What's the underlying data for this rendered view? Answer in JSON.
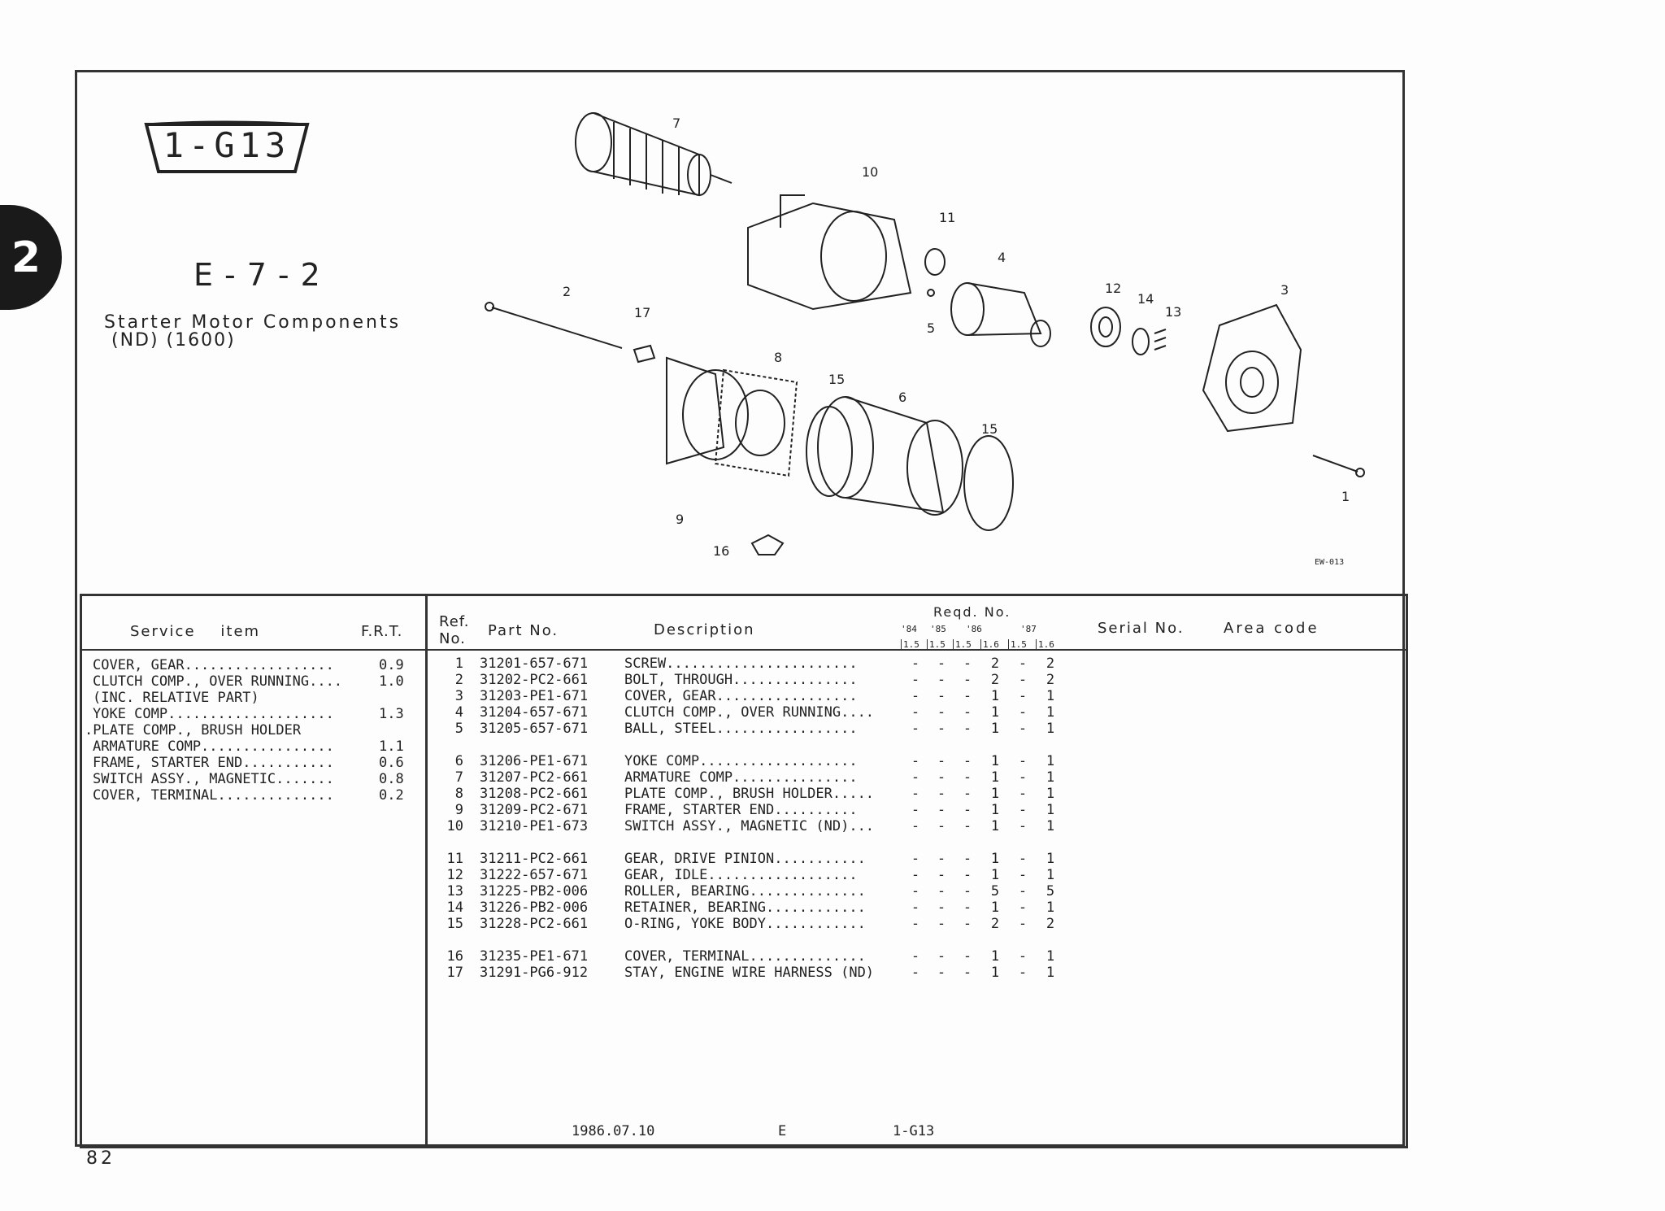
{
  "page_tab": "2",
  "badge": "1-G13",
  "section_code": "E-7-2",
  "title_line1": "Starter Motor Components",
  "title_line2": "(ND) (1600)",
  "illustration_code": "EW-013",
  "callouts": [
    "7",
    "10",
    "11",
    "4",
    "2",
    "17",
    "5",
    "12",
    "14",
    "13",
    "3",
    "8",
    "15",
    "6",
    "15",
    "1",
    "9",
    "16"
  ],
  "service_table": {
    "header_item": "Service    item",
    "header_frt": "F.R.T.",
    "rows": [
      {
        "item": "COVER, GEAR..................",
        "frt": "0.9"
      },
      {
        "item": "CLUTCH COMP., OVER RUNNING....",
        "frt": "1.0"
      },
      {
        "item": "(INC. RELATIVE PART)",
        "frt": ""
      },
      {
        "item": "YOKE COMP....................",
        "frt": "1.3"
      },
      {
        "item": ".PLATE COMP., BRUSH HOLDER",
        "frt": ""
      },
      {
        "item": "ARMATURE COMP................",
        "frt": "1.1"
      },
      {
        "item": "FRAME, STARTER END...........",
        "frt": "0.6"
      },
      {
        "item": "SWITCH ASSY., MAGNETIC.......",
        "frt": "0.8"
      },
      {
        "item": "COVER, TERMINAL..............",
        "frt": "0.2"
      }
    ]
  },
  "parts_table": {
    "header_ref": "Ref.",
    "header_no": "No.",
    "header_part": "Part No.",
    "header_desc": "Description",
    "header_reqd": "Reqd. No.",
    "years": [
      "'84",
      "'85",
      "'86",
      "'87"
    ],
    "engines": [
      "1.5",
      "1.5",
      "1.5",
      "1.6",
      "1.5",
      "1.6"
    ],
    "header_serial": "Serial No.",
    "header_area": "Area code",
    "rows": [
      {
        "ref": "1",
        "part": "31201-657-671",
        "desc": "SCREW.......................",
        "qty": [
          "-",
          "-",
          "-",
          "2",
          "-",
          "2"
        ]
      },
      {
        "ref": "2",
        "part": "31202-PC2-661",
        "desc": "BOLT, THROUGH...............",
        "qty": [
          "-",
          "-",
          "-",
          "2",
          "-",
          "2"
        ]
      },
      {
        "ref": "3",
        "part": "31203-PE1-671",
        "desc": "COVER, GEAR.................",
        "qty": [
          "-",
          "-",
          "-",
          "1",
          "-",
          "1"
        ]
      },
      {
        "ref": "4",
        "part": "31204-657-671",
        "desc": "CLUTCH COMP., OVER RUNNING....",
        "qty": [
          "-",
          "-",
          "-",
          "1",
          "-",
          "1"
        ]
      },
      {
        "ref": "5",
        "part": "31205-657-671",
        "desc": "BALL, STEEL.................",
        "qty": [
          "-",
          "-",
          "-",
          "1",
          "-",
          "1"
        ]
      },
      {
        "ref": "6",
        "part": "31206-PE1-671",
        "desc": "YOKE COMP...................",
        "qty": [
          "-",
          "-",
          "-",
          "1",
          "-",
          "1"
        ]
      },
      {
        "ref": "7",
        "part": "31207-PC2-661",
        "desc": "ARMATURE COMP...............",
        "qty": [
          "-",
          "-",
          "-",
          "1",
          "-",
          "1"
        ]
      },
      {
        "ref": "8",
        "part": "31208-PC2-661",
        "desc": "PLATE COMP., BRUSH HOLDER.....",
        "qty": [
          "-",
          "-",
          "-",
          "1",
          "-",
          "1"
        ]
      },
      {
        "ref": "9",
        "part": "31209-PC2-671",
        "desc": "FRAME, STARTER END..........",
        "qty": [
          "-",
          "-",
          "-",
          "1",
          "-",
          "1"
        ]
      },
      {
        "ref": "10",
        "part": "31210-PE1-673",
        "desc": "SWITCH ASSY., MAGNETIC (ND)...",
        "qty": [
          "-",
          "-",
          "-",
          "1",
          "-",
          "1"
        ]
      },
      {
        "ref": "11",
        "part": "31211-PC2-661",
        "desc": "GEAR, DRIVE PINION...........",
        "qty": [
          "-",
          "-",
          "-",
          "1",
          "-",
          "1"
        ]
      },
      {
        "ref": "12",
        "part": "31222-657-671",
        "desc": "GEAR, IDLE..................",
        "qty": [
          "-",
          "-",
          "-",
          "1",
          "-",
          "1"
        ]
      },
      {
        "ref": "13",
        "part": "31225-PB2-006",
        "desc": "ROLLER, BEARING..............",
        "qty": [
          "-",
          "-",
          "-",
          "5",
          "-",
          "5"
        ]
      },
      {
        "ref": "14",
        "part": "31226-PB2-006",
        "desc": "RETAINER, BEARING............",
        "qty": [
          "-",
          "-",
          "-",
          "1",
          "-",
          "1"
        ]
      },
      {
        "ref": "15",
        "part": "31228-PC2-661",
        "desc": "O-RING, YOKE BODY............",
        "qty": [
          "-",
          "-",
          "-",
          "2",
          "-",
          "2"
        ]
      },
      {
        "ref": "16",
        "part": "31235-PE1-671",
        "desc": "COVER, TERMINAL..............",
        "qty": [
          "-",
          "-",
          "-",
          "1",
          "-",
          "1"
        ]
      },
      {
        "ref": "17",
        "part": "31291-PG6-912",
        "desc": "STAY, ENGINE WIRE HARNESS (ND)",
        "qty": [
          "-",
          "-",
          "-",
          "1",
          "-",
          "1"
        ]
      }
    ]
  },
  "footer": {
    "date": "1986.07.10",
    "code": "E",
    "ref": "1-G13"
  },
  "page_number": "82"
}
